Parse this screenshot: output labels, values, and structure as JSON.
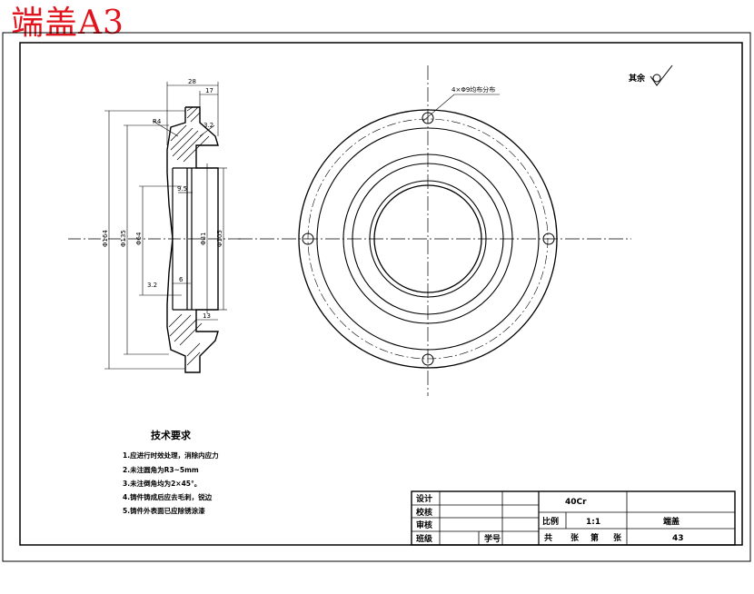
{
  "stamp": {
    "text": "端盖A3",
    "color": "#e0141c"
  },
  "colors": {
    "line": "#000000",
    "paper": "#ffffff"
  },
  "roughness": {
    "label": "其余"
  },
  "front_view": {
    "hole_callout": "4×Φ9均布分布"
  },
  "side_view": {
    "dims": {
      "width_28": "28",
      "width_17": "17",
      "radius": "R4",
      "chamfer": "3.2",
      "inner_5": "9.5",
      "bottom_chamfer": "3.2",
      "slot_6": "6",
      "step_13": "13",
      "dia_outer": "Φ164",
      "dia_135": "Φ135",
      "dia_64": "Φ64",
      "dia_81": "Φ81",
      "dia_105": "Φ105"
    }
  },
  "requirements": {
    "title": "技术要求",
    "items": [
      "1.应进行时效处理，消除内应力",
      "2.未注圆角为R3~5mm",
      "3.未注倒角均为2×45°。",
      "4.铸件铸成后应去毛刺，锐边",
      "5.铸件外表面已应除锈涂漆"
    ]
  },
  "title_block": {
    "design": "设计",
    "check": "校核",
    "review": "审核",
    "class": "班级",
    "student_id": "学号",
    "material": "40Cr",
    "scale_label": "比例",
    "scale_value": "1:1",
    "part_name": "端盖",
    "sheet_total": "共",
    "sheet_of": "张",
    "sheet_no": "第",
    "sheet_page": "张",
    "drawing_no": "43"
  }
}
